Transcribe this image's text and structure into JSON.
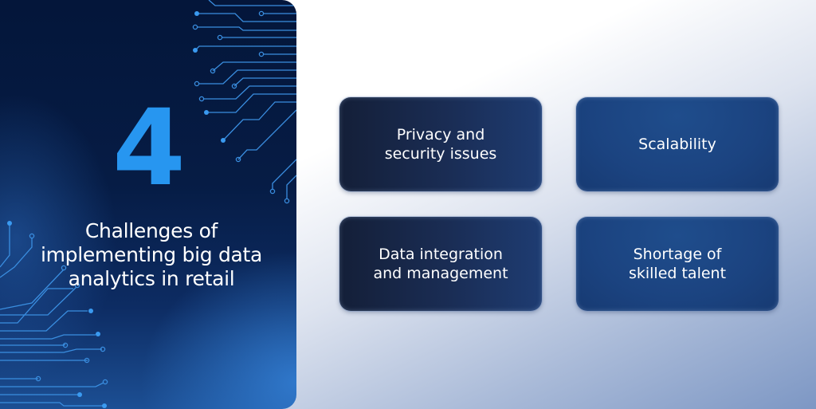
{
  "left_panel": {
    "number": "4",
    "title": "Challenges of\nimplementing big data\nanalytics in retail",
    "title_lines": [
      "Challenges of",
      "implementing big data",
      "analytics in retail"
    ],
    "decoration": "circuit-board-lines",
    "accent_color": "#2796f0",
    "background_color": "#061c45"
  },
  "cards": [
    {
      "label": "Privacy and\nsecurity issues",
      "style": "dark"
    },
    {
      "label": "Scalability",
      "style": "blue"
    },
    {
      "label": "Data integration\nand management",
      "style": "dark"
    },
    {
      "label": "Shortage of\nskilled talent",
      "style": "blue"
    }
  ],
  "colors": {
    "card_dark": "#17254a",
    "card_blue": "#1b4380",
    "background_light": "#ffffff",
    "background_blue": "#7d97c4"
  }
}
